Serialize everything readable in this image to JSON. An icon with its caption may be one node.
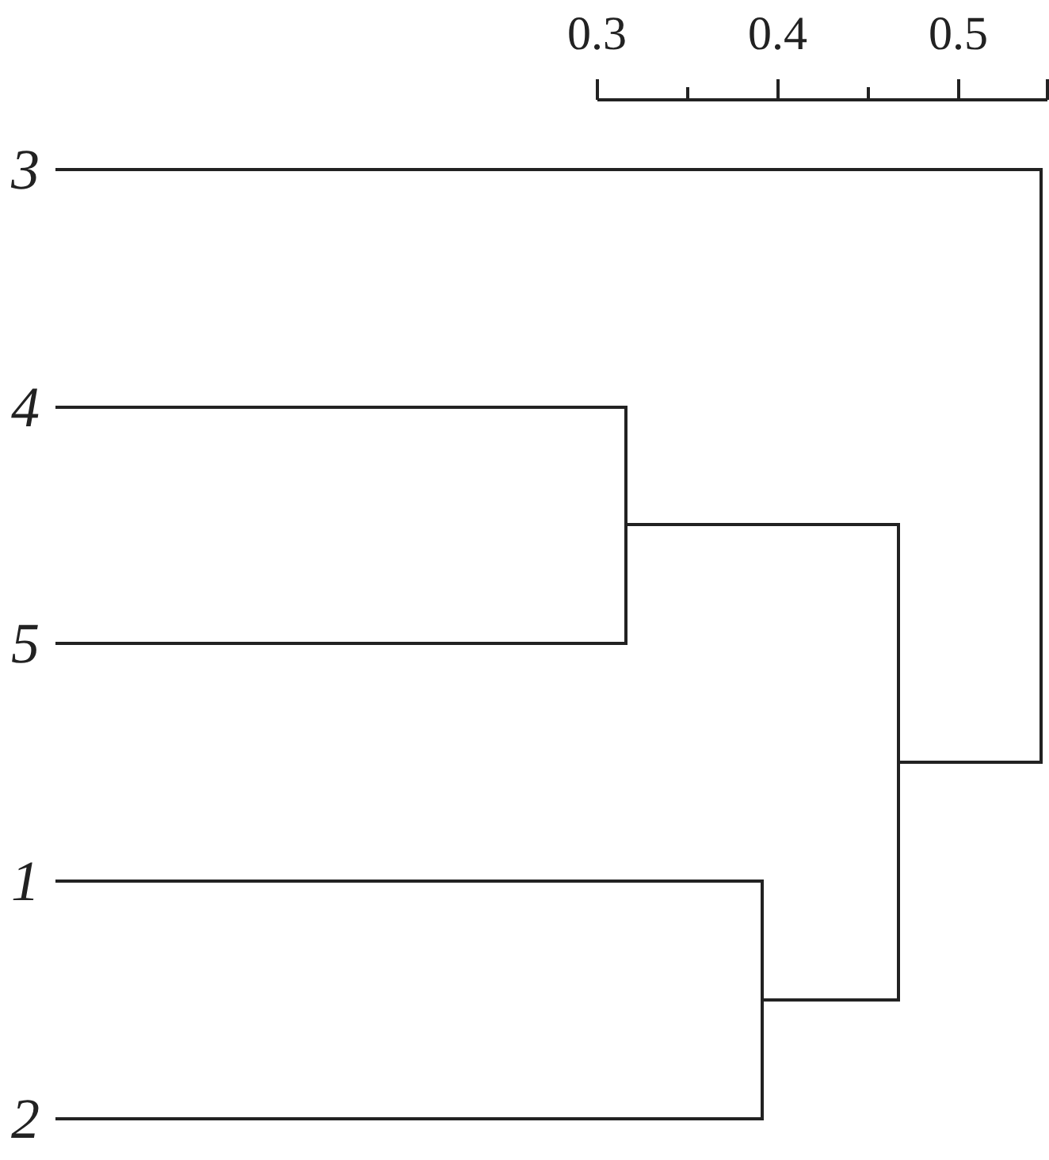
{
  "diagram": {
    "labels": [
      "0.3",
      "0.4",
      "0.5",
      "3",
      "4",
      "5",
      "1",
      "2"
    ]
  }
}
